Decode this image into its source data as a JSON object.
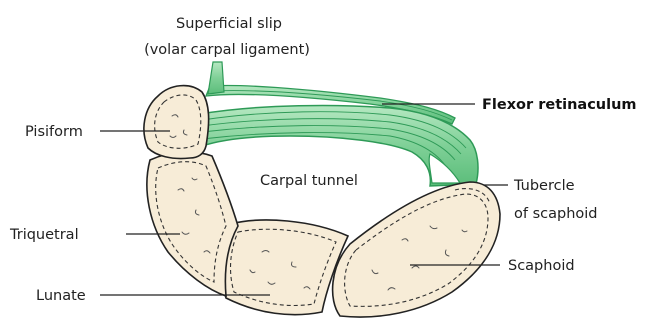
{
  "labels": {
    "superficial_slip_line1": "Superficial slip",
    "superficial_slip_line2": "(volar carpal ligament)",
    "flexor_retinaculum": "Flexor retinaculum",
    "pisiform": "Pisiform",
    "carpal_tunnel": "Carpal tunnel",
    "tubercle_line1": "Tubercle",
    "tubercle_line2": "of scaphoid",
    "triquetral": "Triquetral",
    "scaphoid": "Scaphoid",
    "lunate": "Lunate"
  },
  "colors": {
    "bone_fill": "#f7ecd7",
    "ligament_fill": "#8fd6a3",
    "ligament_stroke": "#2e9a57",
    "outline": "#222222"
  }
}
